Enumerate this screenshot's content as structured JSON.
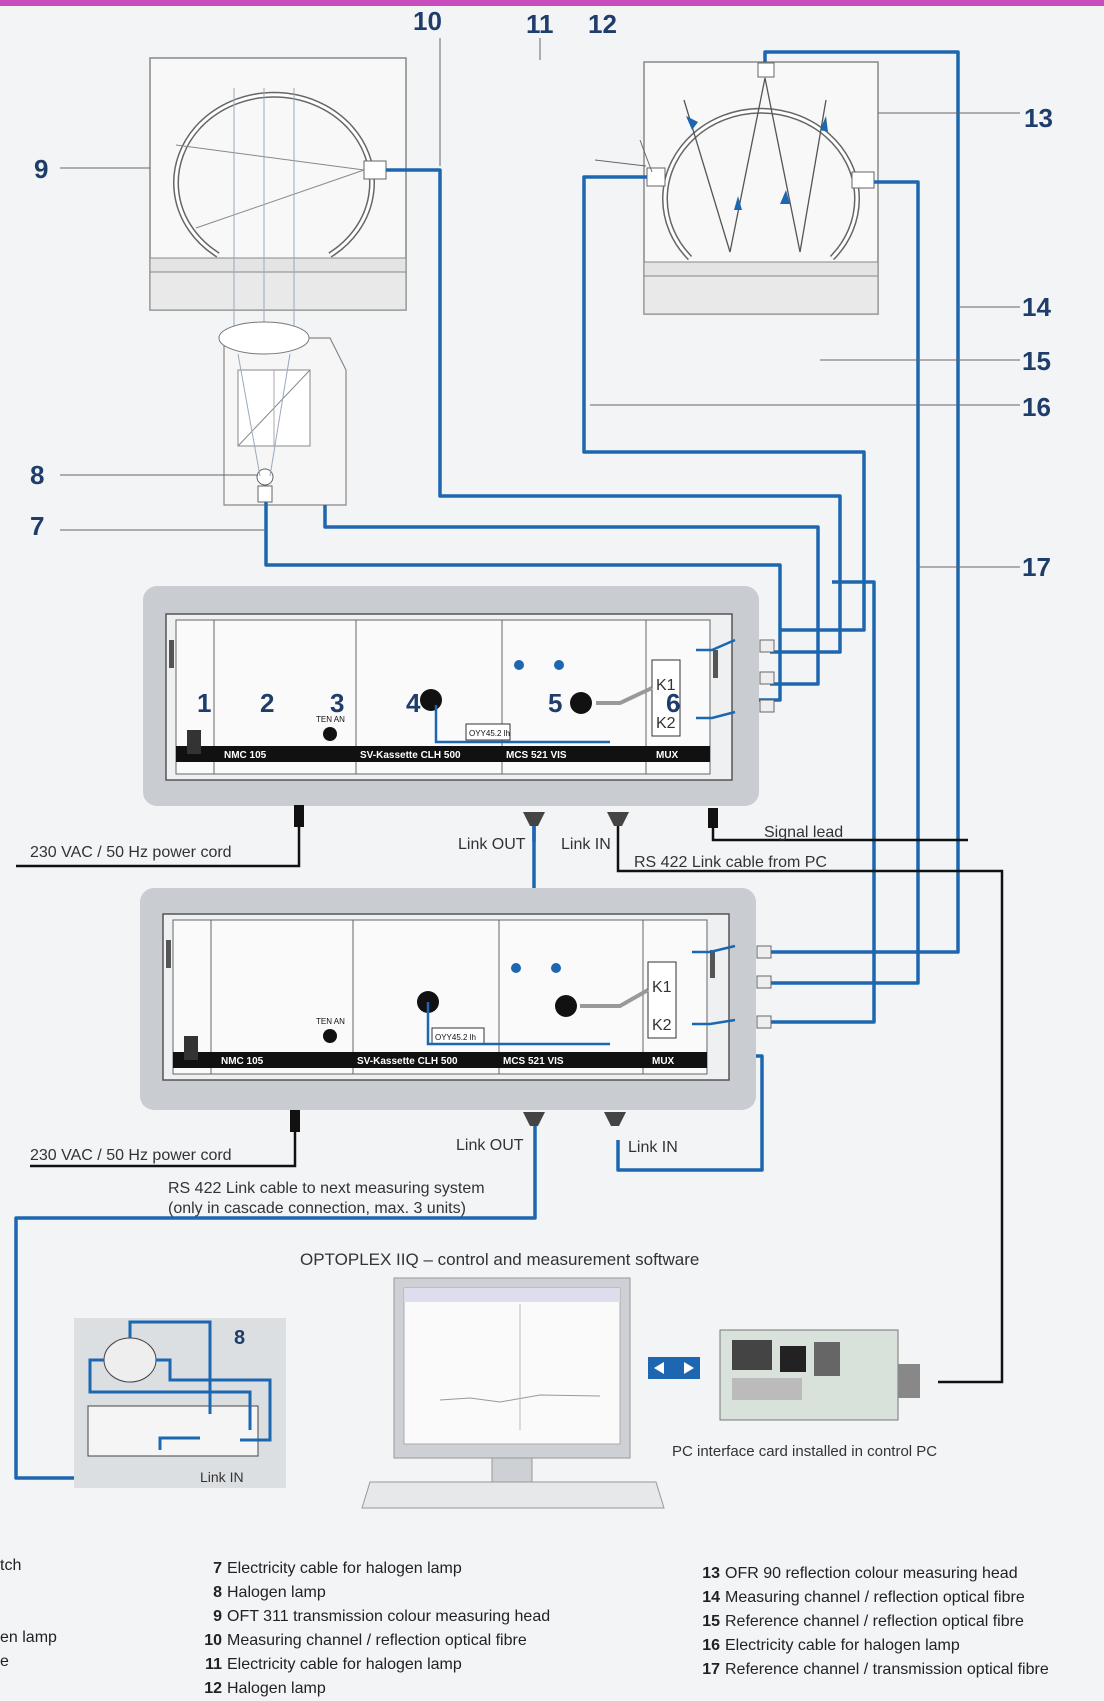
{
  "callouts": {
    "n1": "1",
    "n2": "2",
    "n3": "3",
    "n4": "4",
    "n5": "5",
    "n6": "6",
    "n7": "7",
    "n8": "8",
    "n9": "9",
    "n10": "10",
    "n11": "11",
    "n12": "12",
    "n13": "13",
    "n14": "14",
    "n15": "15",
    "n16": "16",
    "n17": "17",
    "inset8": "8"
  },
  "unit1": {
    "module_nmc": "NMC 105",
    "module_sv": "SV-Kassette CLH 500",
    "module_mcs": "MCS 521 VIS",
    "module_mux": "MUX",
    "k1": "K1",
    "k2": "K2",
    "tenan": "TEN AN",
    "oyn": "OYY45.2 lh"
  },
  "unit2": {
    "module_nmc": "NMC 105",
    "module_sv": "SV-Kassette CLH 500",
    "module_mcs": "MCS 521 VIS",
    "module_mux": "MUX",
    "k1": "K1",
    "k2": "K2",
    "tenan": "TEN AN",
    "oyn": "OYY45.2 lh"
  },
  "labels": {
    "power1": "230 VAC / 50 Hz power cord",
    "power2": "230 VAC / 50 Hz power cord",
    "link_out1": "Link OUT",
    "link_in1": "Link IN",
    "signal_lead": "Signal lead",
    "rs422_pc": "RS 422 Link cable from PC",
    "link_out2": "Link OUT",
    "link_in2": "Link IN",
    "rs422_next_1": "RS 422 Link cable to next measuring system",
    "rs422_next_2": "(only in cascade connection, max. 3 units)",
    "software": "OPTOPLEX IIQ – control and measurement software",
    "pc_card": "PC interface card installed in control PC",
    "inset_link_in": "Link IN"
  },
  "legend": {
    "left_cut": [
      "tch",
      "en lamp",
      "e"
    ],
    "middle": [
      {
        "n": "7",
        "text": "Electricity cable for halogen lamp"
      },
      {
        "n": "8",
        "text": "Halogen lamp"
      },
      {
        "n": "9",
        "text": "OFT 311 transmission colour measuring head"
      },
      {
        "n": "10",
        "text": "Measuring channel / reflection optical fibre"
      },
      {
        "n": "11",
        "text": "Electricity cable for halogen lamp"
      },
      {
        "n": "12",
        "text": "Halogen lamp"
      }
    ],
    "right": [
      {
        "n": "13",
        "text": "OFR 90 reflection colour measuring head"
      },
      {
        "n": "14",
        "text": "Measuring channel / reflection optical fibre"
      },
      {
        "n": "15",
        "text": "Reference channel / reflection optical fibre"
      },
      {
        "n": "16",
        "text": "Electricity cable for halogen lamp"
      },
      {
        "n": "17",
        "text": "Reference channel / transmission optical fibre"
      }
    ]
  },
  "colors": {
    "cable": "#1c67b0",
    "callout": "#1f3d6b",
    "rack": "#c9ccd0",
    "accent_bar": "#c94dbd"
  }
}
